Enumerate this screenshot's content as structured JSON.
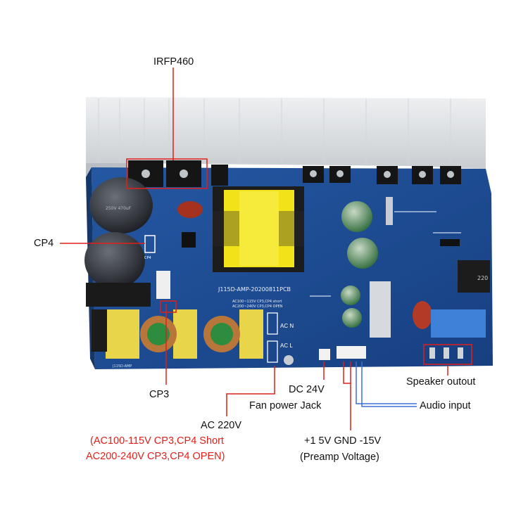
{
  "labels": {
    "irfp": "IRFP460",
    "cp4": "CP4",
    "cp3": "CP3",
    "dc24": "DC 24V",
    "fan": "Fan power Jack",
    "speaker": "Speaker outout",
    "audio": "Audio input",
    "ac220": "AC 220V",
    "ac_short": "(AC100-115V CP3,CP4 Short",
    "ac_open": "AC200-240V CP3,CP4 OPEN)",
    "preamp1": "+1 5V GND -15V",
    "preamp2": "(Preamp Voltage)"
  },
  "board": {
    "pcb_name": "J115D-AMP-20200811PCB",
    "warn1": "AC100~115V  CP3,CP4 short",
    "warn2": "AC200~240V  CP3,CP4 OPEN",
    "acn": "AC N",
    "acl": "AC L",
    "cp4_silk": "CP4",
    "ind": "220",
    "capv": "250V 470uF"
  },
  "colors": {
    "pcb": "#1f4f96",
    "heatsink": "#dcdfe2",
    "callout_red": "#e0201a",
    "audio_blue": "#3b6fd6",
    "transformer": "#f2e21a"
  }
}
